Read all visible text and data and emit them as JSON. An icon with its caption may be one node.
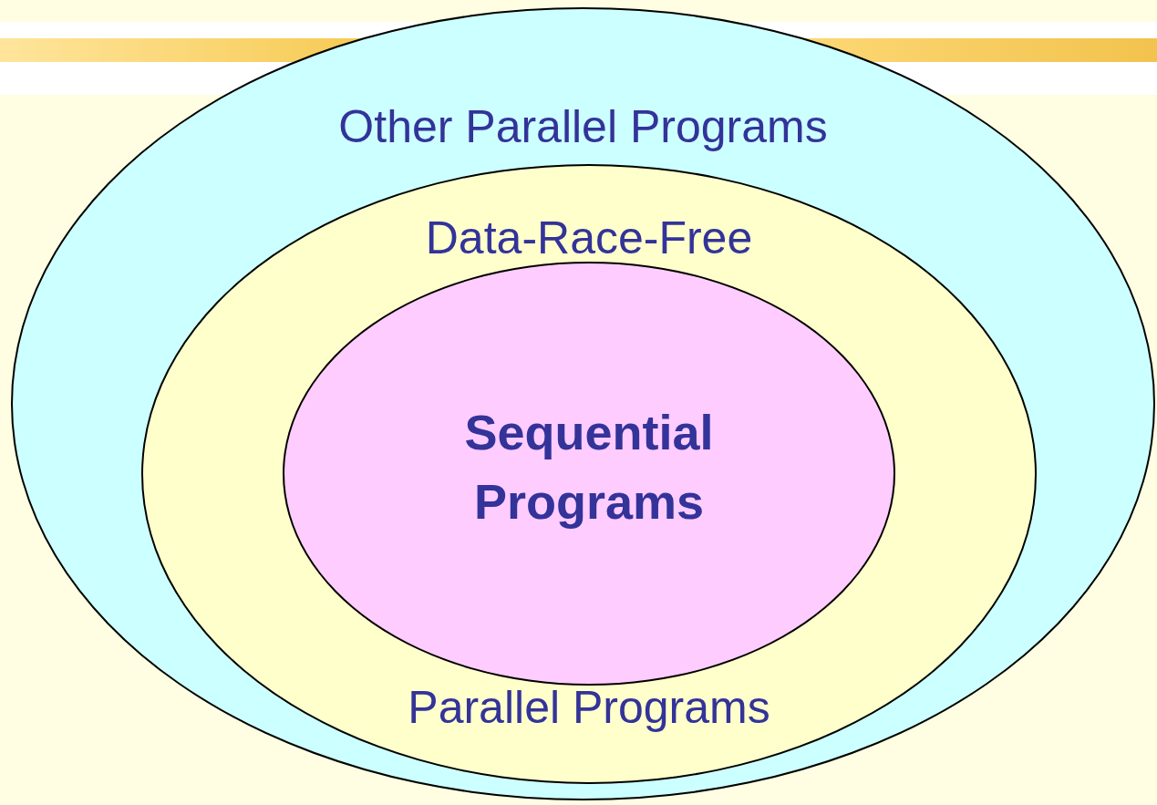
{
  "diagram": {
    "nodes": [
      {
        "text": [
          "Other Parallel Programs"
        ]
      },
      {
        "text": [
          "Data-Race-Free",
          "Parallel Programs"
        ],
        "in": 0
      },
      {
        "text": [
          "Sequential Programs"
        ],
        "in": 1
      }
    ]
  }
}
